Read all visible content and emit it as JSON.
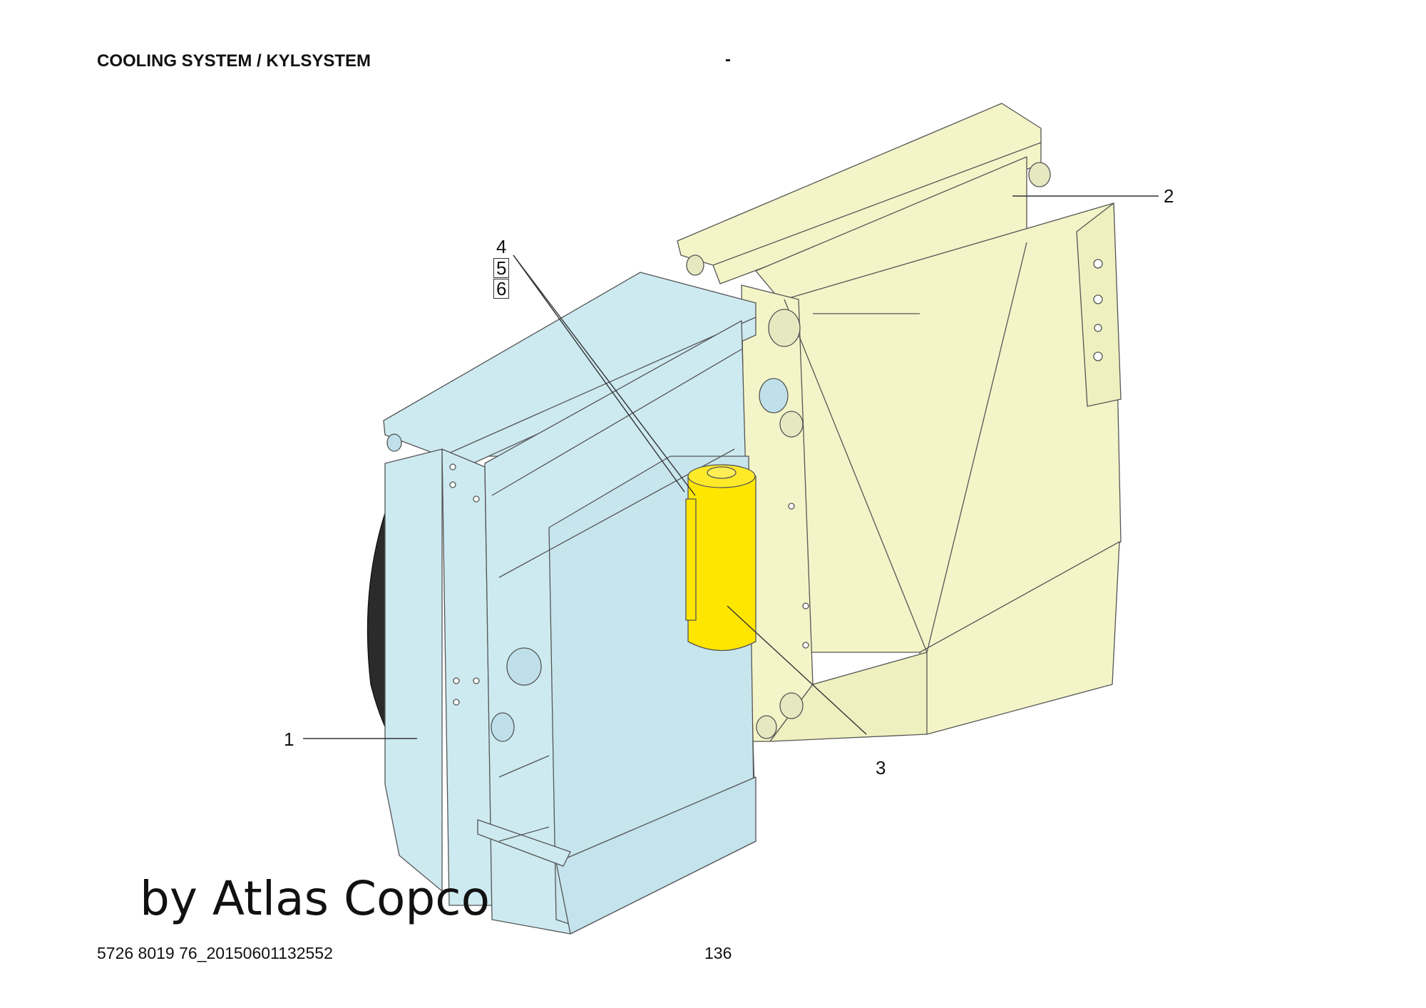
{
  "header": {
    "title": "COOLING SYSTEM / KYLSYSTEM",
    "dash": "-"
  },
  "callouts": {
    "c1": "1",
    "c2": "2",
    "c3": "3",
    "c4": "4",
    "c5": "5",
    "c6": "6"
  },
  "watermark": "by Atlas Copco",
  "footer": {
    "doc_id": "5726 8019 76_20150601132552",
    "page_number": "136"
  },
  "colors": {
    "cooler_left": "#cdeaf1",
    "cooler_right": "#f3f5c8",
    "tank": "#ffe600",
    "outline": "#555555"
  }
}
